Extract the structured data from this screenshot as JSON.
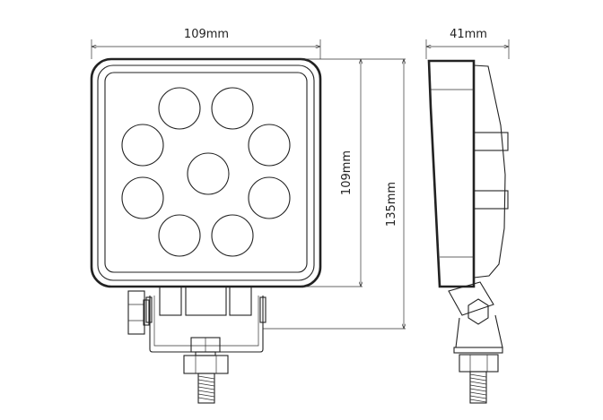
{
  "dimensions": {
    "front_width": "109mm",
    "front_height": "109mm",
    "overall_height": "135mm",
    "side_depth": "41mm"
  },
  "led_count": 9,
  "line_color": "#222222"
}
